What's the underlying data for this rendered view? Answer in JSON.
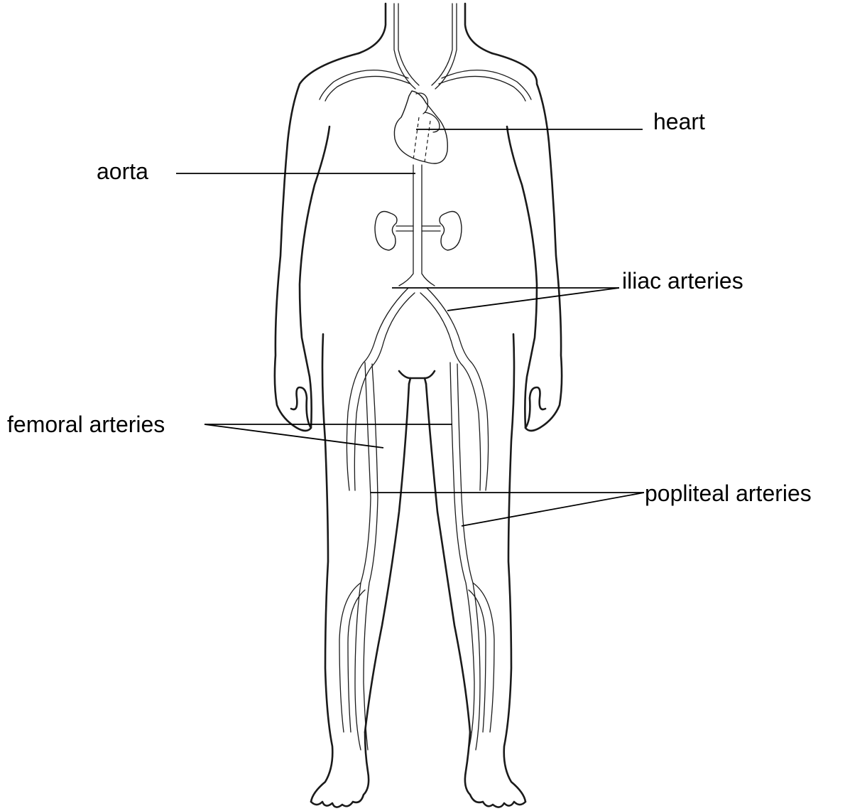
{
  "labels": {
    "heart": "heart",
    "aorta": "aorta",
    "iliac": "iliac arteries",
    "femoral": "femoral arteries",
    "popliteal": "popliteal arteries"
  }
}
